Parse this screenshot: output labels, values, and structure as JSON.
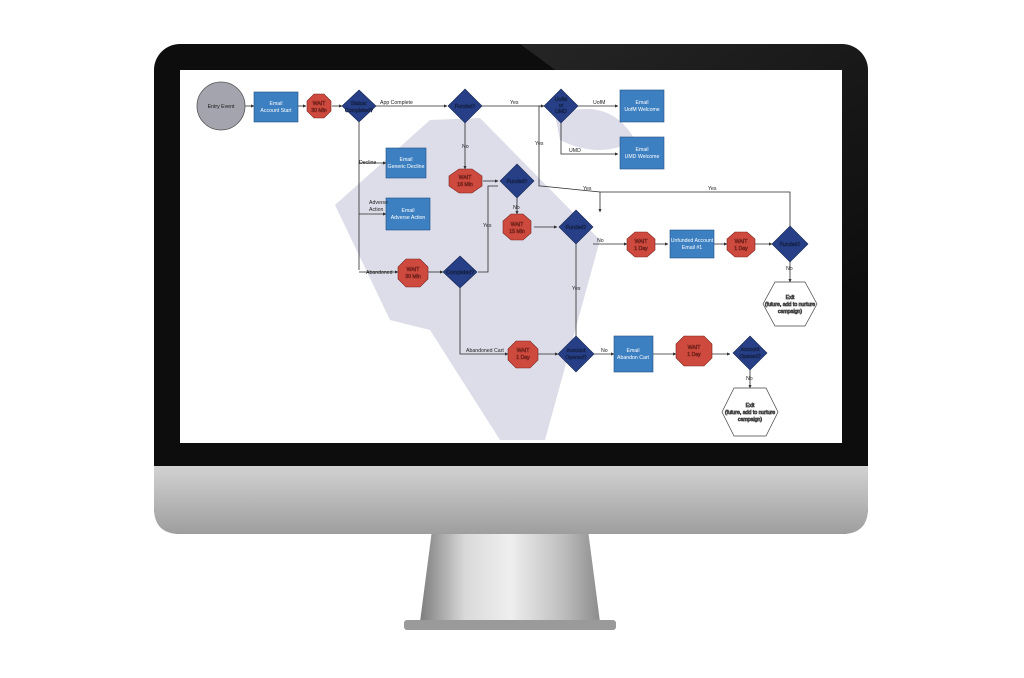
{
  "colors": {
    "email_box": "#3d80c2",
    "wait_octagon": "#cf4a3e",
    "decision_diamond": "#263f86",
    "entry_circle": "#a3a4ad",
    "watermark": "#dcdde9",
    "connector": "#2a2a2a",
    "monitor_bezel": "#0d0d0d",
    "monitor_chin": "#b9b9b9"
  },
  "nodes": {
    "entry": [
      "Entry Event"
    ],
    "email_account_start": [
      "Email",
      "Account Start"
    ],
    "wait_30_a": [
      "WAIT",
      "30 Min"
    ],
    "status_completed": [
      "Status:",
      "Completed?"
    ],
    "funded_1": [
      "Funded?"
    ],
    "um_or_umd": [
      "UofM",
      "or",
      "UMD"
    ],
    "email_uofm_welcome": [
      "Email",
      "UofM Welcome"
    ],
    "email_umd_welcome": [
      "Email",
      "UMD Welcome"
    ],
    "email_generic_decline": [
      "Email",
      "Generic Decline"
    ],
    "wait_16": [
      "WAIT",
      "16 Min"
    ],
    "funded_2": [
      "Funded?"
    ],
    "email_adverse_action": [
      "Email",
      "Adverse Action"
    ],
    "wait_15": [
      "WAIT",
      "15 Min"
    ],
    "funded_3": [
      "Funded?"
    ],
    "wait_1day_a": [
      "WAIT",
      "1 Day"
    ],
    "unfunded_account_email": [
      "Unfunded Account",
      "Email #1"
    ],
    "wait_1day_b": [
      "WAIT",
      "1 Day"
    ],
    "funded_4": [
      "Funded?"
    ],
    "exit_1": [
      "Exit",
      "(future, add to nurture",
      "campaign)"
    ],
    "wait_30_b": [
      "WAIT",
      "30 Min"
    ],
    "completed": [
      "Completed?"
    ],
    "wait_1day_c": [
      "WAIT",
      "1 Day"
    ],
    "account_opened_1": [
      "Account",
      "Opened?"
    ],
    "email_abandon_cart": [
      "Email",
      "Abandon Cart"
    ],
    "wait_1day_d": [
      "WAIT",
      "1 Day"
    ],
    "account_opened_2": [
      "Account",
      "Opened?"
    ],
    "exit_2": [
      "Exit",
      "(future, add to nurture",
      "campaign)"
    ]
  },
  "edge_labels": {
    "app_complete": "App Complete",
    "yes_funded1": "Yes",
    "uofm": "UofM",
    "umd": "UMD",
    "yes_um": "Yes",
    "no_funded1": "No",
    "decline": "Decline",
    "adverse_action": [
      "Adverse",
      "Action"
    ],
    "no_funded2": "No",
    "yes_funded2": "Yes",
    "abandoned": "Abandoned",
    "yes_completed": "Yes",
    "no_funded3": "No",
    "yes_return": "Yes",
    "yes_return2": "Yes",
    "no_funded4": "No",
    "yes_account_opened": "Yes",
    "abandoned_cart": "Abandoned Cart",
    "no_account_opened1": "No",
    "no_account_opened2": "No"
  }
}
